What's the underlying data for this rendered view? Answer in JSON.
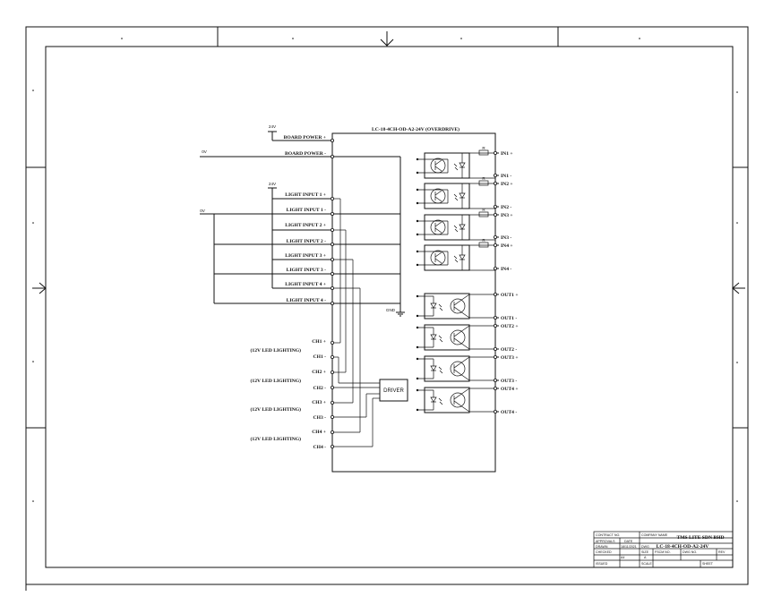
{
  "board": {
    "title": "LC-18-4CH-OD-A2-24V (OVERDRIVE)",
    "left_pins": [
      "BOARD POWER +",
      "BOARD POWER -",
      "LIGHT INPUT 1 +",
      "LIGHT INPUT 1 -",
      "LIGHT INPUT 2 +",
      "LIGHT INPUT 2 -",
      "LIGHT INPUT 3 +",
      "LIGHT INPUT 3 -",
      "LIGHT INPUT 4 +",
      "LIGHT INPUT 4 -"
    ],
    "ch_pins": [
      "CH1 +",
      "CH1 -",
      "CH2 +",
      "CH2 -",
      "CH3 +",
      "CH3 -",
      "CH4 +",
      "CH4 -"
    ],
    "in_pins": [
      "IN1 +",
      "IN1 -",
      "IN2 +",
      "IN2 -",
      "IN3 +",
      "IN3 -",
      "IN4 +",
      "IN4 -"
    ],
    "out_pins": [
      "OUT1 +",
      "OUT1 -",
      "OUT2 +",
      "OUT2 -",
      "OUT3 +",
      "OUT3 -",
      "OUT4 +",
      "OUT4 -"
    ],
    "gnd_label": "GND",
    "driver_label": "DRIVER",
    "resistor_label": "R"
  },
  "rails": {
    "v24": "24V",
    "v0": "0V"
  },
  "led_labels": [
    "(12V LED LIGHTING)",
    "(12V LED LIGHTING)",
    "(12V LED LIGHTING)",
    "(12V LED LIGHTING)"
  ],
  "title_block": {
    "contract_no": "CONTRACT NO.",
    "company_name_hdr": "COMPANY NAME",
    "company_name": "TMS LITE SDN BHD",
    "approvals": "APPROVALS",
    "date": "DATE",
    "dwg": "DWG",
    "drawn": "DRAWN",
    "drawn_date": "18/11/2021",
    "drawing_title": "LC-18-4CH-OD-A2-24V",
    "checked": "CHECKED",
    "size": "SIZE",
    "size_val": "A4",
    "fscm": "FSCM NO.",
    "dwg_no": "DWG NO.",
    "rev": "REV",
    "issued": "ISSUED",
    "scale": "SCALE",
    "sheet": "SHEET",
    "a": "A"
  }
}
